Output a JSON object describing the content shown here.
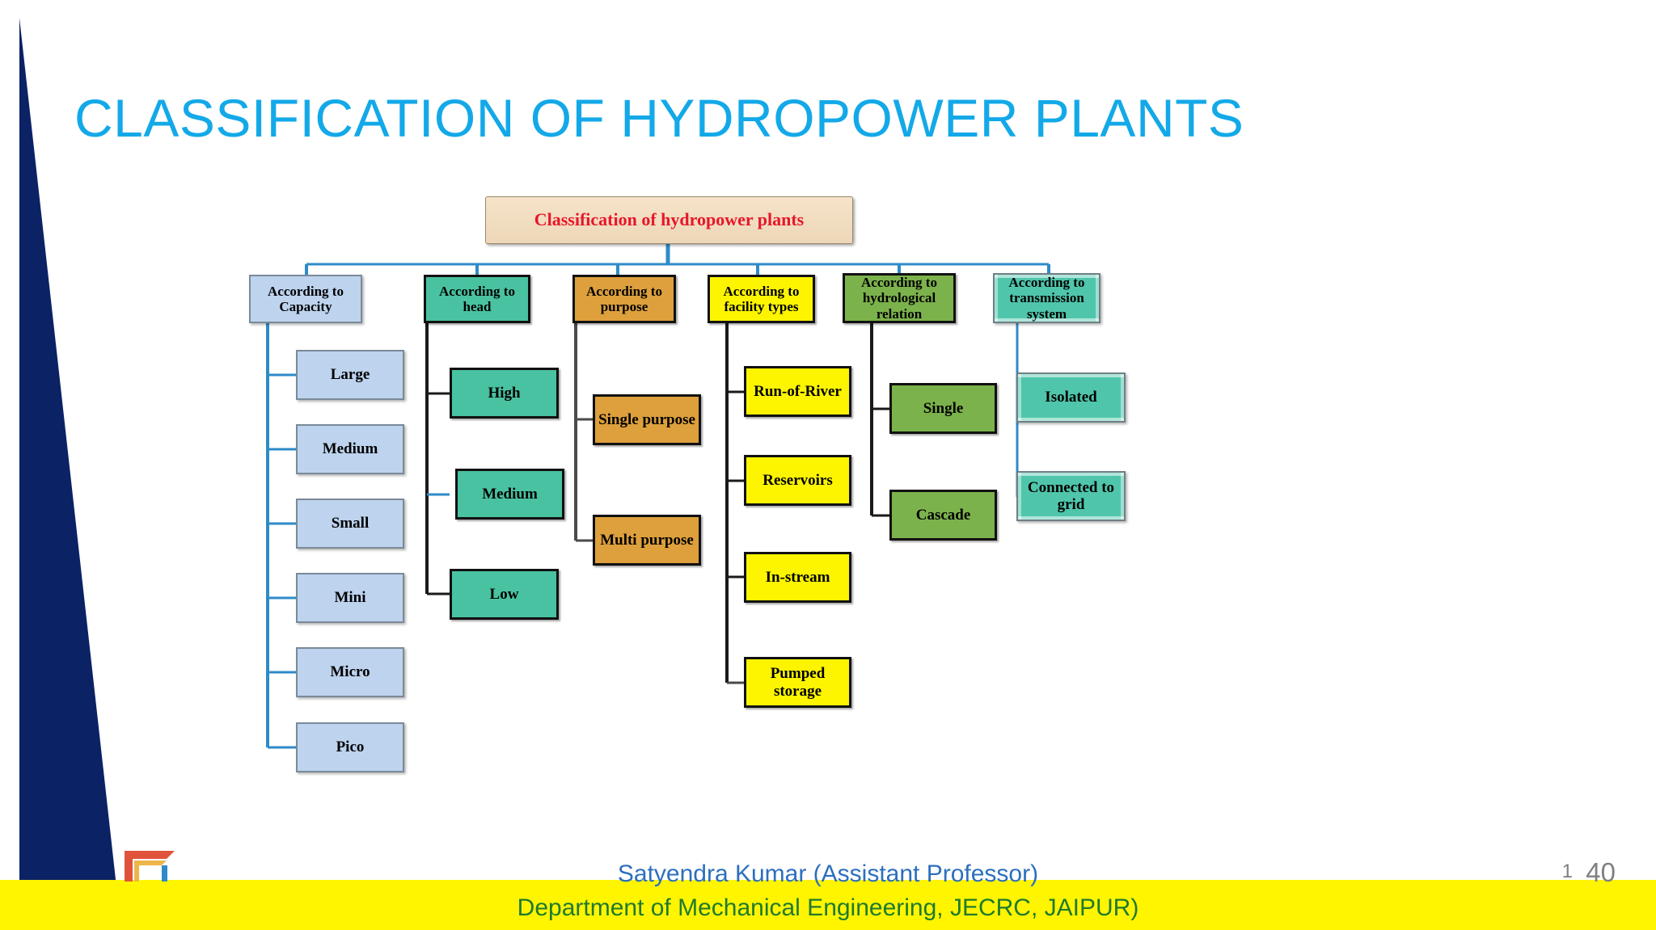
{
  "slide": {
    "title": "CLASSIFICATION OF HYDROPOWER PLANTS",
    "title_color": "#13A9E8",
    "background_color": "#FFFFFF",
    "wedge_color": "#0B2265"
  },
  "diagram": {
    "root": {
      "label": "Classification of hydropower plants",
      "fill": "#EDD7B8",
      "text_color": "#E8162A"
    },
    "branches": [
      {
        "key": "capacity",
        "label": "According to Capacity",
        "fill": "#BDD3EE",
        "border": "#7A8A99",
        "connector_color": "#2E8BC8",
        "children": [
          {
            "label": "Large"
          },
          {
            "label": "Medium"
          },
          {
            "label": "Small"
          },
          {
            "label": "Mini"
          },
          {
            "label": "Micro"
          },
          {
            "label": "Pico"
          }
        ]
      },
      {
        "key": "head",
        "label": "According to head",
        "fill": "#49C2A1",
        "border": "#111111",
        "connector_color": "#1A1A1A",
        "children": [
          {
            "label": "High"
          },
          {
            "label": "Medium"
          },
          {
            "label": "Low"
          }
        ]
      },
      {
        "key": "purpose",
        "label": "According to purpose",
        "fill": "#DDA03C",
        "border": "#111111",
        "connector_color": "#4A4A4A",
        "children": [
          {
            "label": "Single purpose"
          },
          {
            "label": "Multi purpose"
          }
        ]
      },
      {
        "key": "facility-types",
        "label": "According to facility types",
        "fill": "#FDF500",
        "border": "#111111",
        "connector_color": "#1A1A1A",
        "children": [
          {
            "label": "Run-of-River"
          },
          {
            "label": "Reservoirs"
          },
          {
            "label": "In-stream"
          },
          {
            "label": "Pumped storage"
          }
        ]
      },
      {
        "key": "hydrological-relation",
        "label": "According to hydrological relation",
        "fill": "#7CB24B",
        "border": "#111111",
        "connector_color": "#1A1A1A",
        "children": [
          {
            "label": "Single"
          },
          {
            "label": "Cascade"
          }
        ]
      },
      {
        "key": "transmission-system",
        "label": "According to transmission system",
        "fill": "#4FC6AB",
        "border": "#6F7F86",
        "connector_color": "#2E8BC8",
        "children": [
          {
            "label": "Isolated"
          },
          {
            "label": "Connected to grid"
          }
        ]
      }
    ]
  },
  "footer": {
    "line1": "Satyendra Kumar (Assistant Professor)",
    "line2": "Department of Mechanical Engineering, JECRC, JAIPUR)",
    "line1_color": "#2C6FBE",
    "line2_color": "#1F7A2E",
    "bar_color": "#FFF500",
    "page_current": "1",
    "page_total": "40"
  }
}
